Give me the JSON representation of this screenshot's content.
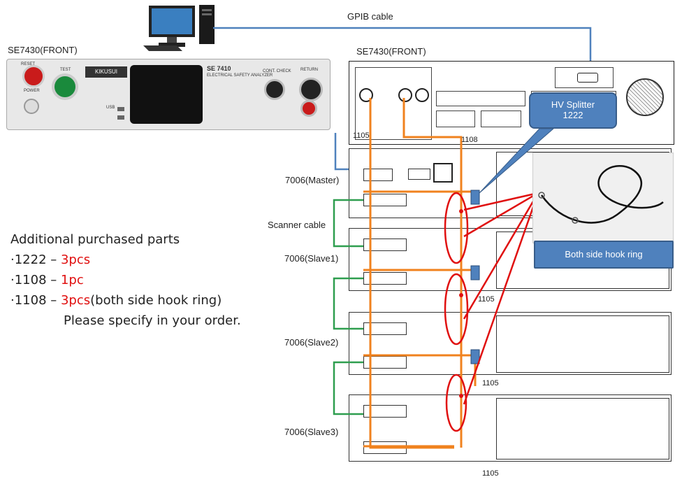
{
  "labels": {
    "gpib_cable": "GPIB cable",
    "se7430_front_left": "SE7430(FRONT)",
    "se7430_front_right": "SE7430(FRONT)",
    "master": "7006(Master)",
    "slave1": "7006(Slave1)",
    "slave2": "7006(Slave2)",
    "slave3": "7006(Slave3)",
    "scanner_cable": "Scanner cable",
    "n1105_top": "1105",
    "n1108": "1108",
    "n1105_mid": "1105",
    "n1105_low": "1105",
    "n1105_bottom": "1105"
  },
  "callouts": {
    "hv_splitter_line1": "HV Splitter",
    "hv_splitter_line2": "1222",
    "hook_ring": "Both side hook  ring"
  },
  "instrument": {
    "brand": "KIKUSUI",
    "model": "SE 7410",
    "subtitle": "ELECTRICAL SAFETY ANALYZER",
    "reset": "RESET",
    "test": "TEST",
    "power": "POWER",
    "return": "RETURN",
    "cont_check": "CONT. CHECK",
    "usb": "USB"
  },
  "parts": {
    "heading": "Additional purchased parts",
    "items": [
      {
        "code": "·1222 – ",
        "qty": "3pcs",
        "note": ""
      },
      {
        "code": "·1108 – ",
        "qty": "1pc",
        "note": ""
      },
      {
        "code": "·1108 – ",
        "qty": "3pcs",
        "note": "(both side hook ring)"
      }
    ],
    "footer": "Please specify in your order."
  },
  "colors": {
    "gpib": "#4f81bd",
    "orange": "#f0821e",
    "green": "#2e9e4f",
    "red": "#e01010",
    "callout": "#4f81bd"
  }
}
